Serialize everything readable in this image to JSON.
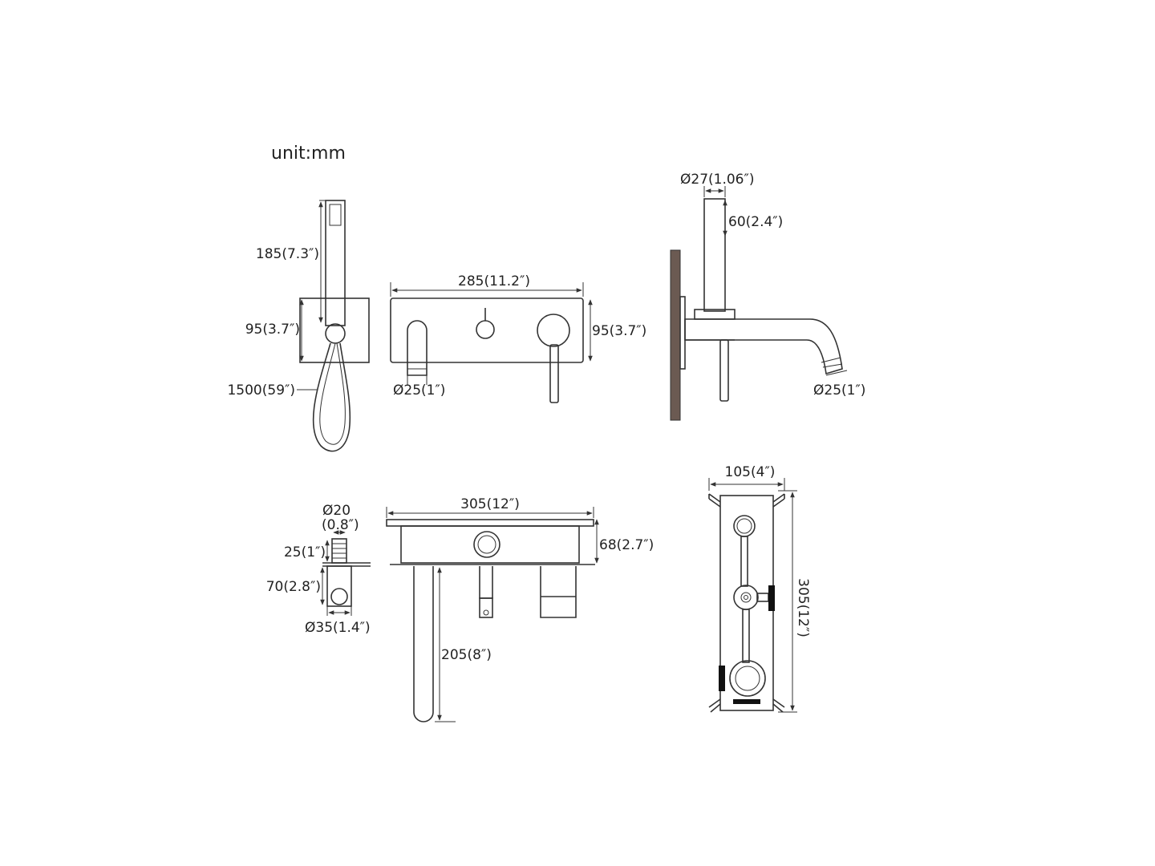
{
  "unit_label": "unit:mm",
  "colors": {
    "line": "#333333",
    "wall": "#6b5a52",
    "background": "#ffffff"
  },
  "handshower": {
    "length": "185(7.3″)",
    "bracket_height": "95(3.7″)",
    "hose_length": "1500(59″)"
  },
  "front_view": {
    "plate_width": "285(11.2″)",
    "plate_height": "95(3.7″)",
    "spout_diameter": "Ø25(1″)"
  },
  "side_view": {
    "handshower_diameter": "Ø27(1.06″)",
    "handshower_head": "60(2.4″)",
    "spout_diameter": "Ø25(1″)"
  },
  "outlet_detail": {
    "thread_diameter": "Ø20",
    "thread_diameter_in": "(0.8″)",
    "thread_length": "25(1″)",
    "body_length": "70(2.8″)",
    "body_diameter": "Ø35(1.4″)"
  },
  "valve_body_side": {
    "width": "305(12″)",
    "depth": "68(2.7″)",
    "pipe_length": "205(8″)"
  },
  "valve_body_top": {
    "width": "105(4″)",
    "height": "305(12″)"
  }
}
